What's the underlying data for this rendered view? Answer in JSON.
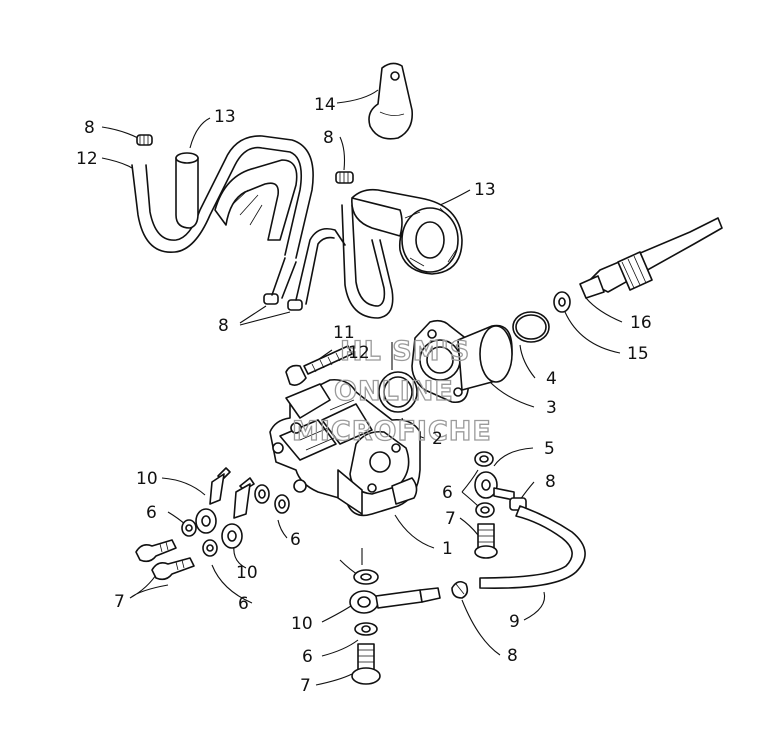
{
  "diagram": {
    "labels": [
      {
        "id": "l14",
        "text": "14"
      },
      {
        "id": "l8a",
        "text": "8"
      },
      {
        "id": "l13a",
        "text": "13"
      },
      {
        "id": "l12a",
        "text": "12"
      },
      {
        "id": "l8b",
        "text": "8"
      },
      {
        "id": "l13b",
        "text": "13"
      },
      {
        "id": "l8c",
        "text": "8"
      },
      {
        "id": "l11",
        "text": "11"
      },
      {
        "id": "l12b",
        "text": "12"
      },
      {
        "id": "l16",
        "text": "16"
      },
      {
        "id": "l15",
        "text": "15"
      },
      {
        "id": "l4",
        "text": "4"
      },
      {
        "id": "l3",
        "text": "3"
      },
      {
        "id": "l2",
        "text": "2"
      },
      {
        "id": "l5",
        "text": "5"
      },
      {
        "id": "l6a",
        "text": "6"
      },
      {
        "id": "l8d",
        "text": "8"
      },
      {
        "id": "l10a",
        "text": "10"
      },
      {
        "id": "l6b",
        "text": "6"
      },
      {
        "id": "l7a",
        "text": "7"
      },
      {
        "id": "l1",
        "text": "1"
      },
      {
        "id": "l6c",
        "text": "6"
      },
      {
        "id": "l10b",
        "text": "10"
      },
      {
        "id": "l7b",
        "text": "7"
      },
      {
        "id": "l6d",
        "text": "6"
      },
      {
        "id": "l9",
        "text": "9"
      },
      {
        "id": "l10c",
        "text": "10"
      },
      {
        "id": "l8e",
        "text": "8"
      },
      {
        "id": "l6e",
        "text": "6"
      },
      {
        "id": "l7c",
        "text": "7"
      }
    ],
    "watermark": [
      "HL SM'S",
      "ONLINE",
      "MICROFICHE"
    ]
  }
}
